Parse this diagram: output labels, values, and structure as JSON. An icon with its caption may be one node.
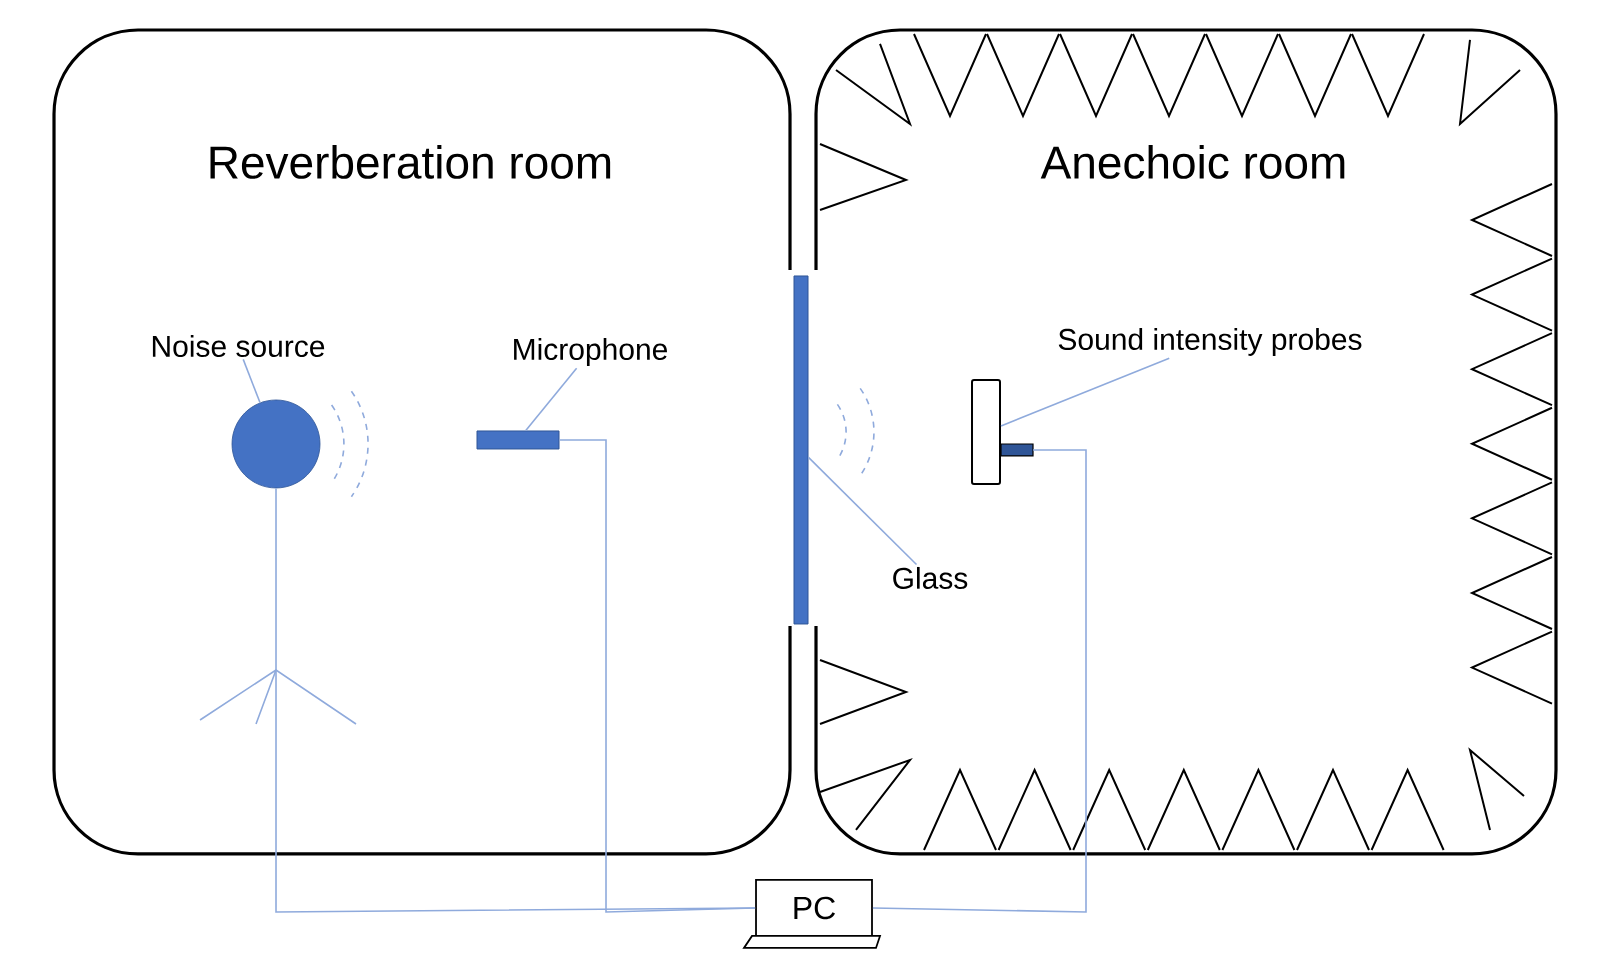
{
  "diagram": {
    "nodes": [
      {
        "text": [
          "Reverberation room"
        ]
      },
      {
        "text": [
          "Noise source"
        ],
        "in": 0
      },
      {
        "text": [],
        "shape": "circle",
        "in": 0
      },
      {
        "text": [
          "Microphone"
        ],
        "in": 0
      },
      {
        "text": [],
        "shape": "bar",
        "in": 0
      },
      {
        "text": [
          "Anechoic room"
        ]
      },
      {
        "text": [
          "Sound intensity probes"
        ],
        "in": 5
      },
      {
        "text": [],
        "shape": "picture",
        "in": 5
      },
      {
        "text": [],
        "shape": "bar"
      },
      {
        "text": [
          "Glass"
        ],
        "in": 5
      },
      {
        "text": [
          "PC"
        ]
      }
    ],
    "edges": [
      {
        "from": 1,
        "to": 2,
        "arrow": "none"
      },
      {
        "from": 3,
        "to": 4,
        "arrow": "none"
      },
      {
        "from": 6,
        "to": 7,
        "arrow": "none"
      },
      {
        "from": 9,
        "to": 8,
        "arrow": "none"
      },
      {
        "from": 2,
        "to": 10,
        "arrow": "none"
      },
      {
        "from": 4,
        "to": 10,
        "arrow": "none"
      },
      {
        "from": 7,
        "to": 10,
        "arrow": "none"
      }
    ]
  }
}
